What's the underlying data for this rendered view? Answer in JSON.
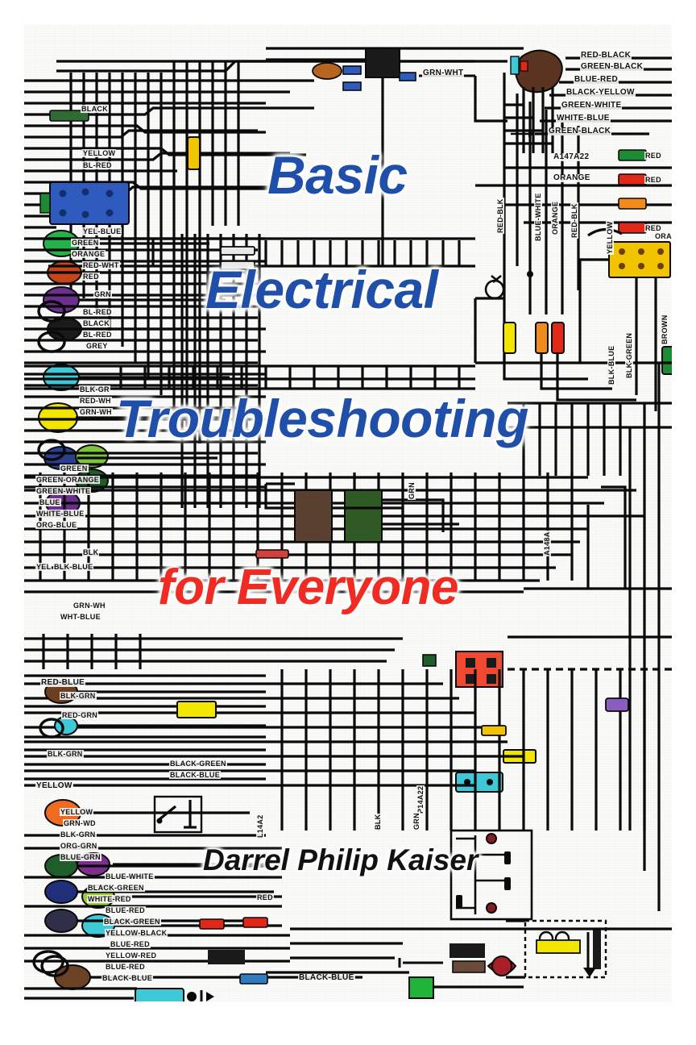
{
  "cover": {
    "title_lines": [
      {
        "text": "Basic",
        "color": "#1f4fa8"
      },
      {
        "text": "Electrical",
        "color": "#1f4fa8"
      },
      {
        "text": "Troubleshooting",
        "color": "#1f4fa8"
      },
      {
        "text": "for Everyone",
        "color": "#ef2b24"
      }
    ],
    "author": "Darrel Philip Kaiser",
    "background_description": "automotive wiring schematic",
    "page_background": "#ffffff",
    "art_background": "#fbfbf9"
  },
  "palette": {
    "title_blue": "#1f4fa8",
    "title_red": "#ef2b24",
    "author_black": "#111111",
    "wire_black": "#0a0a0a",
    "connector_yellow": "#f2c400",
    "connector_orange": "#f08a1c",
    "connector_red": "#e02718",
    "connector_green": "#1f8a34",
    "connector_blue": "#2f5bbf",
    "connector_cyan": "#3fc8d8",
    "connector_purple": "#7d3f9e",
    "connector_brown": "#6b4226",
    "connector_olive": "#7a8a2a"
  },
  "diagram": {
    "top_right_wire_labels": [
      "RED-BLACK",
      "GREEN-BLACK",
      "BLUE-RED",
      "BLACK-YELLOW",
      "GREEN-WHITE",
      "WHITE-BLUE",
      "GREEN-BLACK"
    ],
    "circuit_codes": [
      "A147A22",
      "A148A",
      "P14A22",
      "L14A2"
    ],
    "left_wire_labels": [
      "BLACK",
      "YELLOW",
      "BL-RED",
      "YEL-BLUE",
      "GREEN",
      "ORANGE",
      "RED-WHT",
      "RED",
      "GRN",
      "BL-RED",
      "BLACK",
      "BL-RED",
      "GREY",
      "BLK-GR",
      "RED-WH",
      "GRN-WH",
      "GREEN",
      "GREEN-ORANGE",
      "GREEN-WHITE",
      "BLUE",
      "WHITE-BLUE",
      "ORG-BLUE",
      "BLK",
      "YEL",
      "BLK-BLUE",
      "GRN-WH",
      "WHT-BLUE"
    ],
    "lower_left_wire_labels": [
      "RED-BLUE",
      "BLK-GRN",
      "RED-GRN",
      "BLK-GRN",
      "YELLOW",
      "YELLOW",
      "GRN-WD",
      "BLK-GRN",
      "ORG-GRN",
      "BLUE-GRN",
      "BLUE-WHITE",
      "BLACK-GREEN",
      "WHITE-RED",
      "BLUE-RED",
      "BLACK-GREEN",
      "YELLOW-BLACK",
      "BLUE-RED",
      "YELLOW-RED",
      "BLUE-RED",
      "BLACK-BLUE"
    ],
    "center_wire_labels": [
      "GRN-WHT",
      "BLACK-GREEN",
      "BLACK-BLUE",
      "RED",
      "BLK",
      "GRN"
    ],
    "right_wire_labels": [
      "RED-BLK",
      "BLUE-WHITE",
      "ORANGE",
      "RED-BLK",
      "YELLOW",
      "ORA",
      "BLK-GREEN",
      "BLK-BLUE",
      "BROWN",
      "RED"
    ],
    "connector_swatch_labels": [
      "RED",
      "RED",
      "RED",
      "RED"
    ]
  }
}
